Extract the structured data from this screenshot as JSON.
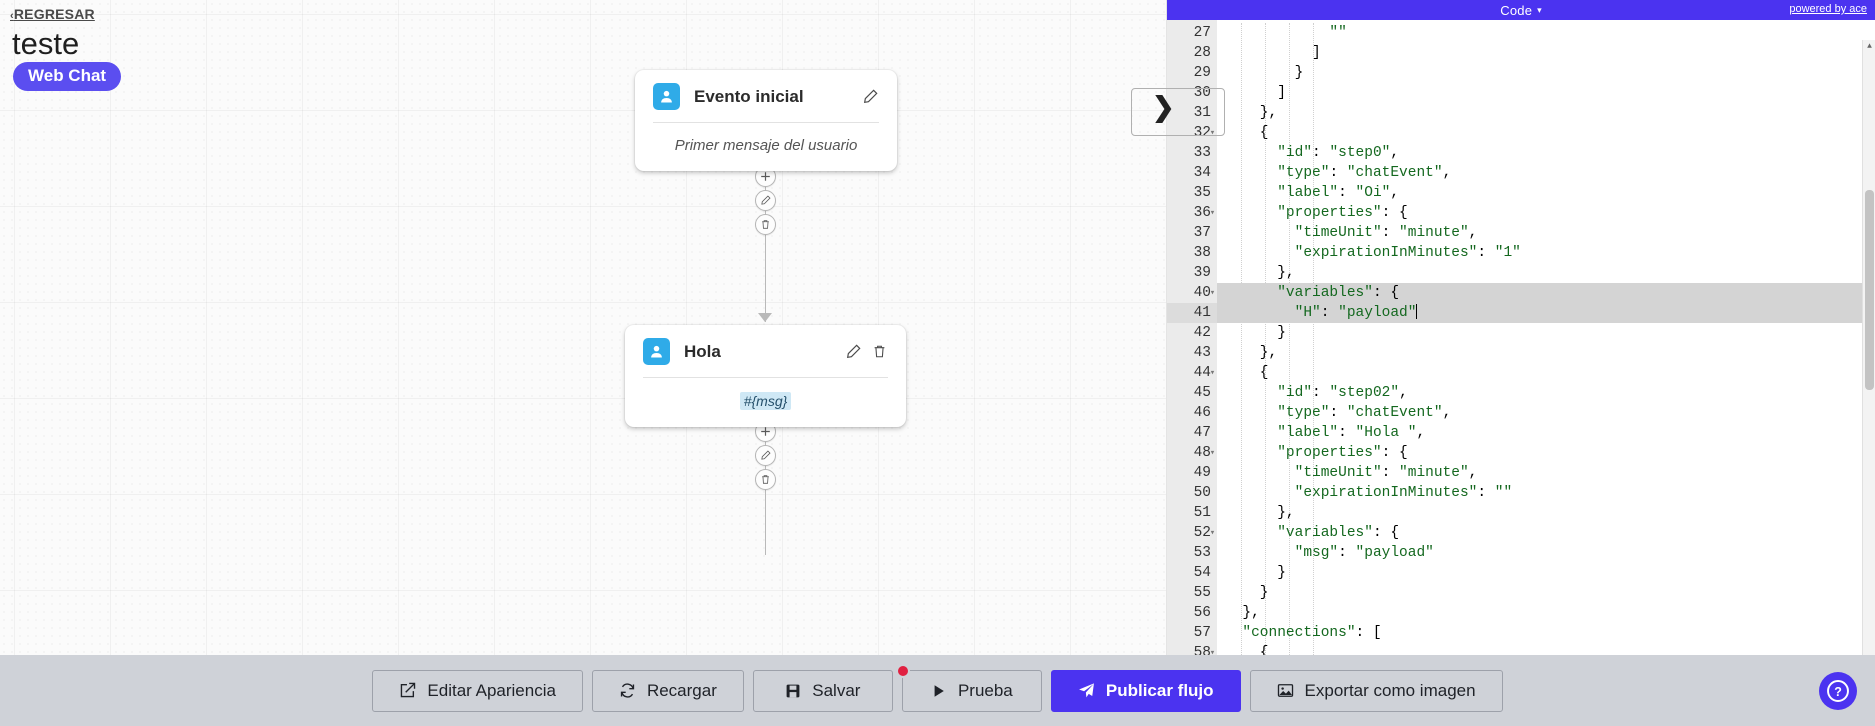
{
  "header": {
    "back_label": "REGRESAR",
    "back_chevron": "‹",
    "title": "teste",
    "channel_badge": "Web Chat"
  },
  "canvas": {
    "nodes": [
      {
        "icon": "contact-icon",
        "title": "Evento inicial",
        "body_text": "Primer mensaje del usuario",
        "body_kind": "placeholder",
        "has_edit": true,
        "has_delete": false,
        "edit_icon": "pencil-icon"
      },
      {
        "icon": "contact-icon",
        "title": "Hola",
        "body_text": "#{msg}",
        "body_kind": "variable-chip",
        "has_edit": true,
        "has_delete": true,
        "edit_icon": "pencil-icon",
        "delete_icon": "trash-icon"
      }
    ],
    "connector_buttons": [
      {
        "name": "add-step-button",
        "glyph": "+"
      },
      {
        "name": "edit-connection-button",
        "glyph": "pencil"
      },
      {
        "name": "delete-connection-button",
        "glyph": "trash"
      }
    ]
  },
  "code_panel": {
    "title": "Code",
    "caret": "▾",
    "powered_by": "powered by ace",
    "first_line": 27,
    "active_line": 41,
    "selected_lines": [
      40,
      41
    ],
    "folded_lines": [
      32,
      36,
      40,
      44,
      48,
      52,
      58
    ],
    "lines": [
      {
        "n": 27,
        "text": "            \"\""
      },
      {
        "n": 28,
        "text": "          ]"
      },
      {
        "n": 29,
        "text": "        }"
      },
      {
        "n": 30,
        "text": "      ]"
      },
      {
        "n": 31,
        "text": "    },"
      },
      {
        "n": 32,
        "text": "    {"
      },
      {
        "n": 33,
        "text": "      \"id\": \"step0\","
      },
      {
        "n": 34,
        "text": "      \"type\": \"chatEvent\","
      },
      {
        "n": 35,
        "text": "      \"label\": \"Oi\","
      },
      {
        "n": 36,
        "text": "      \"properties\": {"
      },
      {
        "n": 37,
        "text": "        \"timeUnit\": \"minute\","
      },
      {
        "n": 38,
        "text": "        \"expirationInMinutes\": \"1\""
      },
      {
        "n": 39,
        "text": "      },"
      },
      {
        "n": 40,
        "text": "      \"variables\": {"
      },
      {
        "n": 41,
        "text": "        \"H\": \"payload\""
      },
      {
        "n": 42,
        "text": "      }"
      },
      {
        "n": 43,
        "text": "    },"
      },
      {
        "n": 44,
        "text": "    {"
      },
      {
        "n": 45,
        "text": "      \"id\": \"step02\","
      },
      {
        "n": 46,
        "text": "      \"type\": \"chatEvent\","
      },
      {
        "n": 47,
        "text": "      \"label\": \"Hola \","
      },
      {
        "n": 48,
        "text": "      \"properties\": {"
      },
      {
        "n": 49,
        "text": "        \"timeUnit\": \"minute\","
      },
      {
        "n": 50,
        "text": "        \"expirationInMinutes\": \"\""
      },
      {
        "n": 51,
        "text": "      },"
      },
      {
        "n": 52,
        "text": "      \"variables\": {"
      },
      {
        "n": 53,
        "text": "        \"msg\": \"payload\""
      },
      {
        "n": 54,
        "text": "      }"
      },
      {
        "n": 55,
        "text": "    }"
      },
      {
        "n": 56,
        "text": "  },"
      },
      {
        "n": 57,
        "text": "  \"connections\": ["
      },
      {
        "n": 58,
        "text": "    {"
      }
    ]
  },
  "toolbar": {
    "buttons": [
      {
        "name": "edit-appearance-button",
        "label": "Editar Apariencia",
        "icon": "edit-square-icon",
        "primary": false,
        "badge": false
      },
      {
        "name": "reload-button",
        "label": "Recargar",
        "icon": "refresh-icon",
        "primary": false,
        "badge": false
      },
      {
        "name": "save-button",
        "label": "Salvar",
        "icon": "floppy-icon",
        "primary": false,
        "badge": false
      },
      {
        "name": "test-button",
        "label": "Prueba",
        "icon": "play-icon",
        "primary": false,
        "badge": true
      },
      {
        "name": "publish-flow-button",
        "label": "Publicar flujo",
        "icon": "send-icon",
        "primary": true,
        "badge": false
      },
      {
        "name": "export-image-button",
        "label": "Exportar como imagen",
        "icon": "image-icon",
        "primary": false,
        "badge": false
      }
    ]
  },
  "help": {
    "icon": "question-circle-icon",
    "label": "?"
  },
  "colors": {
    "accent": "#4b33f0",
    "node_icon": "#2fabe8",
    "badge_red": "#e02041",
    "chip_bg": "#cfe8f5",
    "toolbar_bg": "#cfd2d8"
  }
}
